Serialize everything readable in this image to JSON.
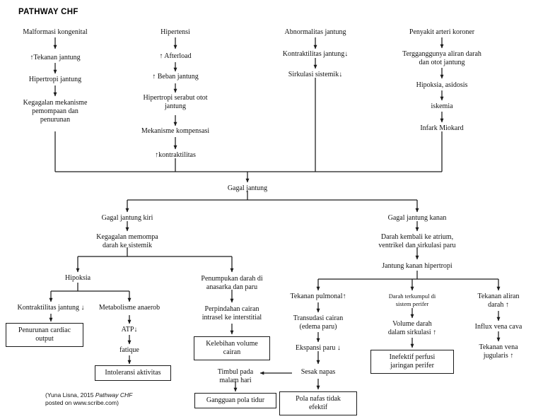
{
  "title": "PATHWAY CHF",
  "credit": "(Yuna Lisna, 2015 Pathway CHF\nposted on www.scribe.com)",
  "credit_line1_plain": "(Yuna Lisna, 2015 ",
  "credit_line1_italic": "Pathway CHF",
  "credit_line2": "posted on www.scribe.com)",
  "colors": {
    "background": "#ffffff",
    "text": "#111111",
    "line": "#1a1a1a",
    "box_border": "#1a1a1a"
  },
  "columns": {
    "col1": [
      "Malformasi kongenital",
      "↑Tekanan jantung",
      "Hipertropi jantung",
      "Kegagalan mekanisme\npemompaan dan\npenurunan"
    ],
    "col2": [
      "Hipertensi",
      "↑ Afterload",
      "↑ Beban jantung",
      "Hipertropi serabut otot\njantung",
      "Mekanisme kompensasi",
      "↑kontraktilitas"
    ],
    "col3": [
      "Abnormalitas jantung",
      "Kontraktilitas jantung↓",
      "Sirkulasi sistemik↓"
    ],
    "col4": [
      "Penyakit arteri koroner",
      "Tergganggunya aliran darah\ndan otot jantung",
      "Hipoksia, asidosis",
      "iskemia",
      "Infark Miokard"
    ]
  },
  "nodes": {
    "gagal_jantung": "Gagal jantung",
    "gagal_jantung_kiri": "Gagal jantung kiri",
    "kegagalan_memompa": "Kegagalan memompa\ndarah ke sistemik",
    "gagal_jantung_kanan": "Gagal jantung kanan",
    "darah_kembali": "Darah kembali ke atrium,\nventrikel dan sirkulasi paru",
    "jantung_kanan_hipertropi": "Jantung kanan hipertropi",
    "hipoksia": "Hipoksia",
    "kontraktilitas_jantung_turun": "Kontraktilitas jantung ↓",
    "penurunan_cardiac_output": "Penurunan cardiac\noutput",
    "metabolisme_anaerob": "Metabolisme anaerob",
    "atp": "ATP↓",
    "fatique": "fatique",
    "intoleransi_aktivitas": "Intoleransi aktivitas",
    "penumpukan_darah": "Penumpukan darah di\nanasarka dan paru",
    "perpindahan_cairan": "Perpindahan cairan\nintrasel ke interstitial",
    "kelebihan_volume_cairan": "Kelebihan volume\ncairan",
    "tekanan_pulmonal": "Tekanan pulmonal↑",
    "transudasi_cairan": "Transudasi cairan\n(edema paru)",
    "ekspansi_paru": "Ekspansi paru ↓",
    "sesak_napas": "Sesak napas",
    "timbul_pada_malam_hari": "Timbul pada\nmalam hari",
    "gangguan_pola_tidur": "Gangguan pola tidur",
    "pola_nafas_tidak_efektif": "Pola nafas tidak\nefektif",
    "darah_terkumpul": "Darah terkumpul di\nsistem perifer",
    "volume_darah": "Volume darah\ndalam sirkulasi ↑",
    "inefektif_perfusi": "Inefektif perfusi\njaringan perifer",
    "tekanan_aliran_darah": "Tekanan aliran\ndarah ↑",
    "influx_vena_cava": "Influx vena cava",
    "tekanan_vena_jugularis": "Tekanan vena\njugularis ↑"
  }
}
